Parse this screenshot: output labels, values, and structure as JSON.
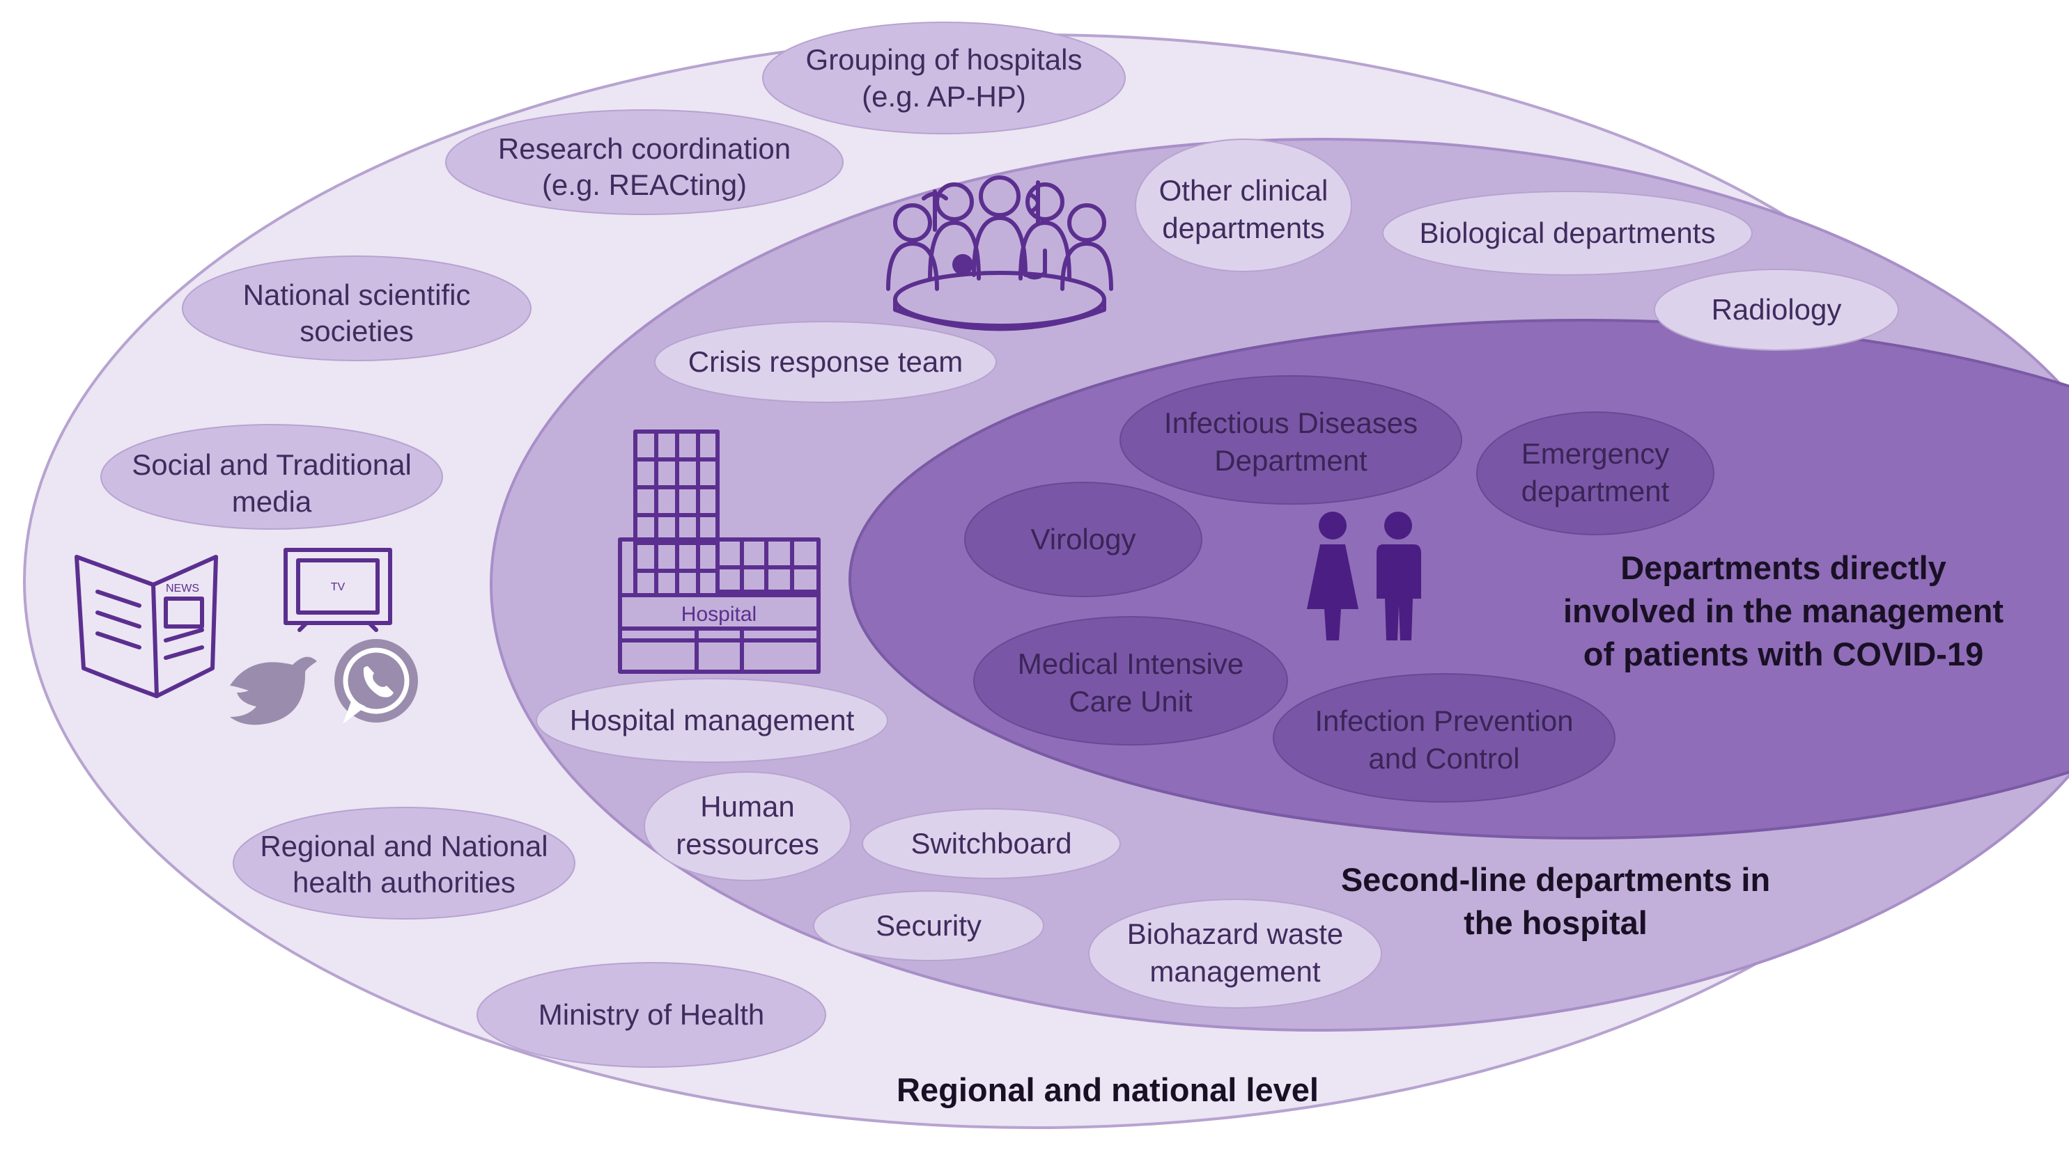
{
  "levels": {
    "outer_title": "Regional and national level",
    "middle_title_line1": "Second-line departments in",
    "middle_title_line2": "the hospital",
    "inner_title_line1": "Departments directly",
    "inner_title_line2": "involved in the management",
    "inner_title_line3": "of patients with COVID-19"
  },
  "outer": {
    "grouping": [
      "Grouping of hospitals",
      "(e.g. AP-HP)"
    ],
    "research": [
      "Research coordination",
      "(e.g. REACting)"
    ],
    "scientific": [
      "National scientific",
      "societies"
    ],
    "media": [
      "Social and Traditional",
      "media"
    ],
    "authorities": [
      "Regional and National",
      "health authorities"
    ],
    "ministry": [
      "Ministry of Health"
    ]
  },
  "middle": {
    "other_clinical": [
      "Other clinical",
      "departments"
    ],
    "biological": [
      "Biological departments"
    ],
    "radiology": [
      "Radiology"
    ],
    "crisis": [
      "Crisis response team"
    ],
    "hospital_mgmt": [
      "Hospital management"
    ],
    "human_res": [
      "Human",
      "ressources"
    ],
    "switchboard": [
      "Switchboard"
    ],
    "security": [
      "Security"
    ],
    "biohazard": [
      "Biohazard waste",
      "management"
    ]
  },
  "inner": {
    "infectious": [
      "Infectious Diseases",
      "Department"
    ],
    "emergency": [
      "Emergency",
      "department"
    ],
    "virology": [
      "Virology"
    ],
    "icu": [
      "Medical Intensive",
      "Care Unit"
    ],
    "ipc": [
      "Infection Prevention",
      "and Control"
    ]
  },
  "icons": {
    "hospital_label": "Hospital",
    "news_label": "NEWS",
    "tv_label": "TV",
    "names": [
      "crisis-team-icon",
      "hospital-building-icon",
      "newspaper-icon",
      "tv-icon",
      "twitter-bird-icon",
      "whatsapp-icon",
      "patients-icon"
    ]
  },
  "colors": {
    "outer_fill": "#ece5f3",
    "middle_fill": "#c3b0da",
    "inner_fill": "#8f6db8",
    "outer_bubble": "#cdbde2",
    "middle_bubble": "#ddd2eb",
    "inner_bubble": "#7a56a7",
    "icon": "#5b2f8f"
  }
}
